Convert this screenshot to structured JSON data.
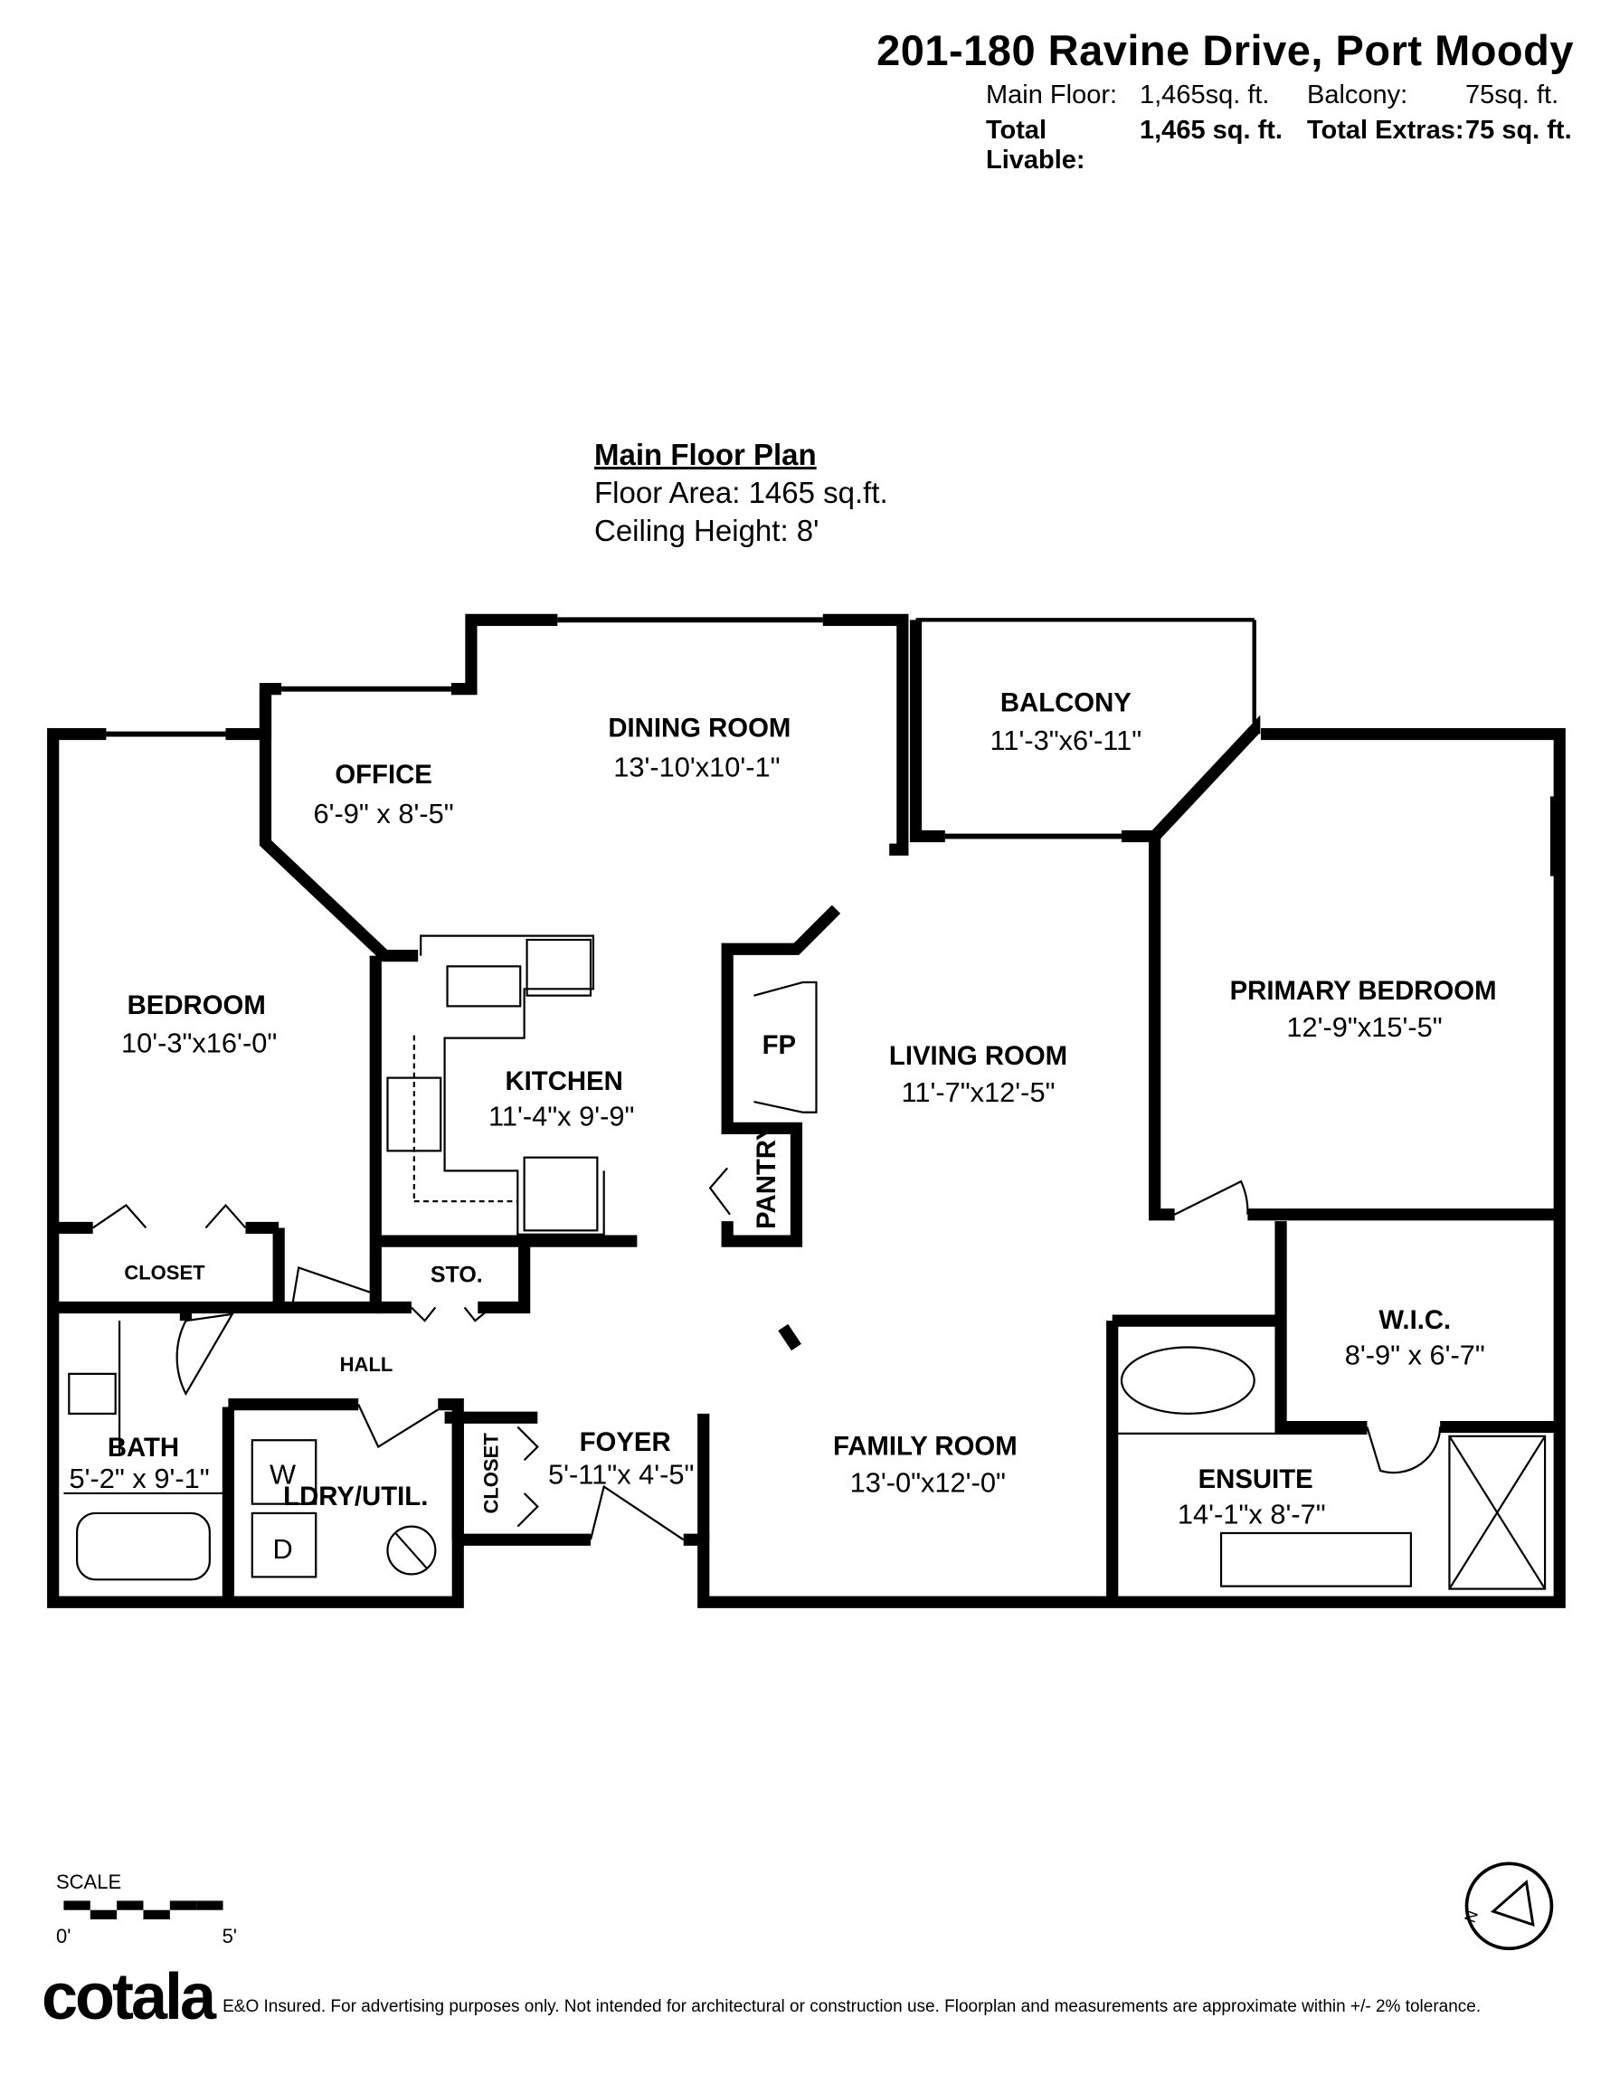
{
  "header": {
    "address": "201-180 Ravine Drive, Port Moody",
    "main_floor_label": "Main Floor:",
    "main_floor_value": "1,465sq. ft.",
    "balcony_label": "Balcony:",
    "balcony_value": "75sq. ft.",
    "total_livable_label": "Total Livable:",
    "total_livable_value": "1,465 sq. ft.",
    "total_extras_label": "Total Extras:",
    "total_extras_value": "75 sq. ft."
  },
  "plan": {
    "title": "Main Floor Plan",
    "floor_area": "Floor Area: 1465 sq.ft.",
    "ceiling_height": "Ceiling Height: 8'"
  },
  "rooms": {
    "dining": {
      "name": "DINING ROOM",
      "dim": "13'-10'x10'-1\""
    },
    "balcony": {
      "name": "BALCONY",
      "dim": "11'-3\"x6'-11\""
    },
    "office": {
      "name": "OFFICE",
      "dim": "6'-9\" x 8'-5\""
    },
    "bedroom": {
      "name": "BEDROOM",
      "dim": "10'-3\"x16'-0\""
    },
    "kitchen": {
      "name": "KITCHEN",
      "dim": "11'-4\"x 9'-9\""
    },
    "fp": {
      "name": "FP"
    },
    "pantry": {
      "name": "PANTRY"
    },
    "living": {
      "name": "LIVING ROOM",
      "dim": "11'-7\"x12'-5\""
    },
    "primary": {
      "name": "PRIMARY BEDROOM",
      "dim": "12'-9\"x15'-5\""
    },
    "closet1": {
      "name": "CLOSET"
    },
    "sto": {
      "name": "STO."
    },
    "hall": {
      "name": "HALL"
    },
    "wic": {
      "name": "W.I.C.",
      "dim": "8'-9\" x 6'-7\""
    },
    "bath": {
      "name": "BATH",
      "dim": "5'-2\" x 9'-1\""
    },
    "ldry": {
      "name": "LDRY/UTIL."
    },
    "washer": "W",
    "dryer": "D",
    "closet2": {
      "name": "CLOSET"
    },
    "foyer": {
      "name": "FOYER",
      "dim": "5'-11\"x 4'-5\""
    },
    "family": {
      "name": "FAMILY ROOM",
      "dim": "13'-0\"x12'-0\""
    },
    "ensuite": {
      "name": "ENSUITE",
      "dim": "14'-1\"x 8'-7\""
    }
  },
  "scale": {
    "label": "SCALE",
    "start": "0'",
    "end": "5'"
  },
  "compass_icon": "north-arrow-icon",
  "footer": {
    "logo": "cotala",
    "disclaimer": "E&O Insured. For advertising purposes only. Not intended for architectural or construction use. Floorplan and measurements are approximate within +/- 2% tolerance."
  }
}
